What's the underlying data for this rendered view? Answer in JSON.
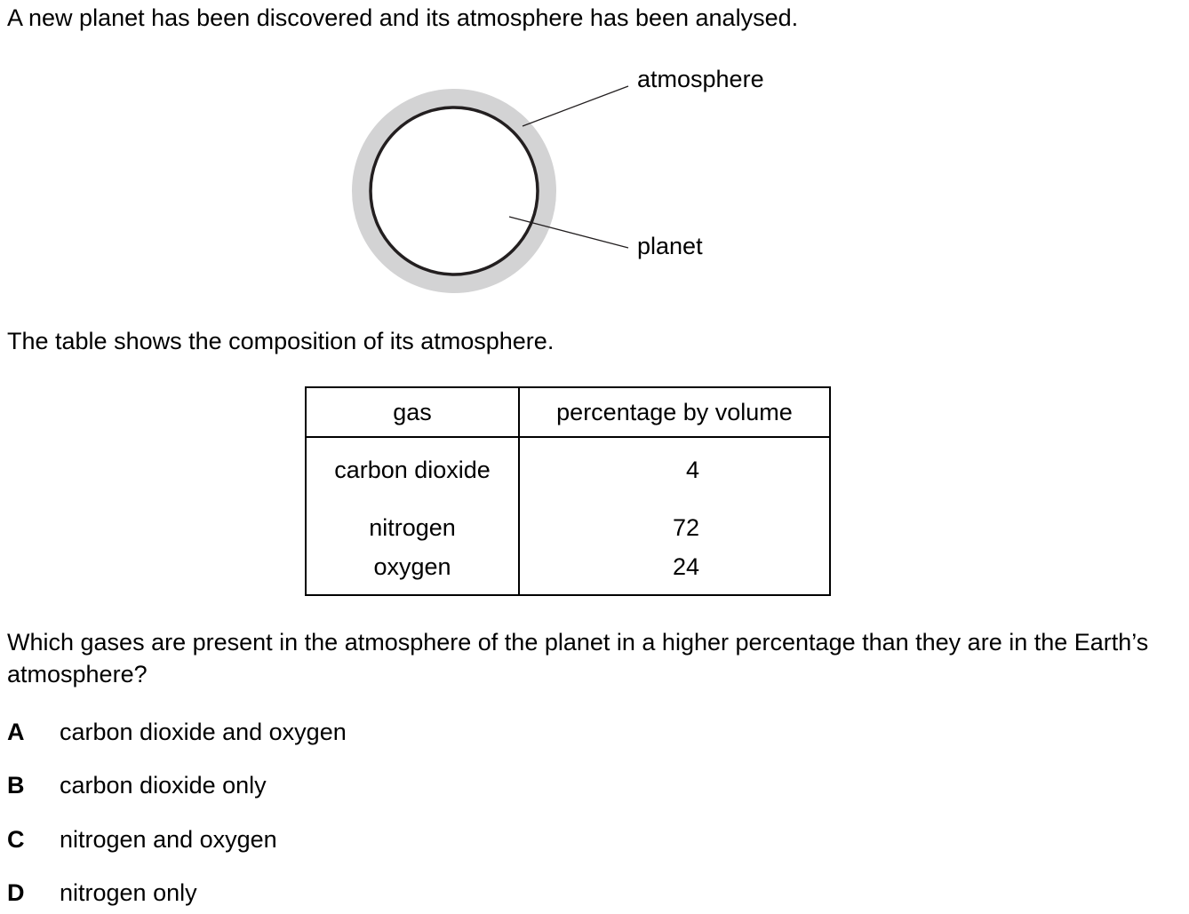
{
  "intro": "A new planet has been discovered and its atmosphere has been analysed.",
  "diagram": {
    "labels": {
      "atmosphere": "atmosphere",
      "planet": "planet"
    },
    "colors": {
      "atmosphere": "#d3d3d4",
      "planet_outline": "#231f20",
      "planet_fill": "#ffffff"
    }
  },
  "table_intro": "The table shows the composition of its atmosphere.",
  "table": {
    "headers": [
      "gas",
      "percentage by volume"
    ],
    "rows": [
      {
        "gas": "carbon dioxide",
        "percentage": "4"
      },
      {
        "gas": "nitrogen",
        "percentage": "72"
      },
      {
        "gas": "oxygen",
        "percentage": "24"
      }
    ]
  },
  "question": "Which gases are present in the atmosphere of the planet in a higher percentage than they are in the Earth’s atmosphere?",
  "options": [
    {
      "letter": "A",
      "text": "carbon dioxide and oxygen"
    },
    {
      "letter": "B",
      "text": "carbon dioxide only"
    },
    {
      "letter": "C",
      "text": "nitrogen and oxygen"
    },
    {
      "letter": "D",
      "text": "nitrogen only"
    }
  ]
}
